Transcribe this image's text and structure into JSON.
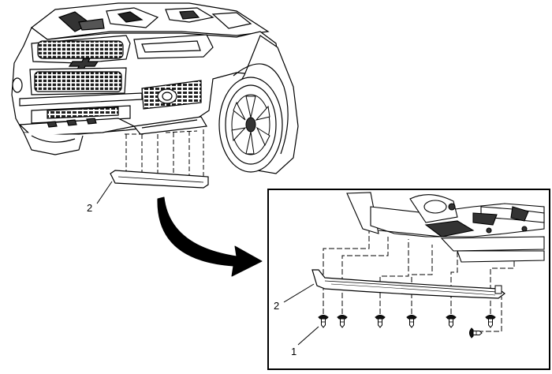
{
  "callouts": {
    "main_shield": "2",
    "detail_shield": "2",
    "detail_fastener": "1"
  },
  "colors": {
    "line": "#000000",
    "background": "#ffffff",
    "fill_dark": "#2a2a2a",
    "fill_light": "#ffffff"
  },
  "icons": {
    "arrow": "curved-arrow",
    "fastener": "push-pin-retainer"
  }
}
